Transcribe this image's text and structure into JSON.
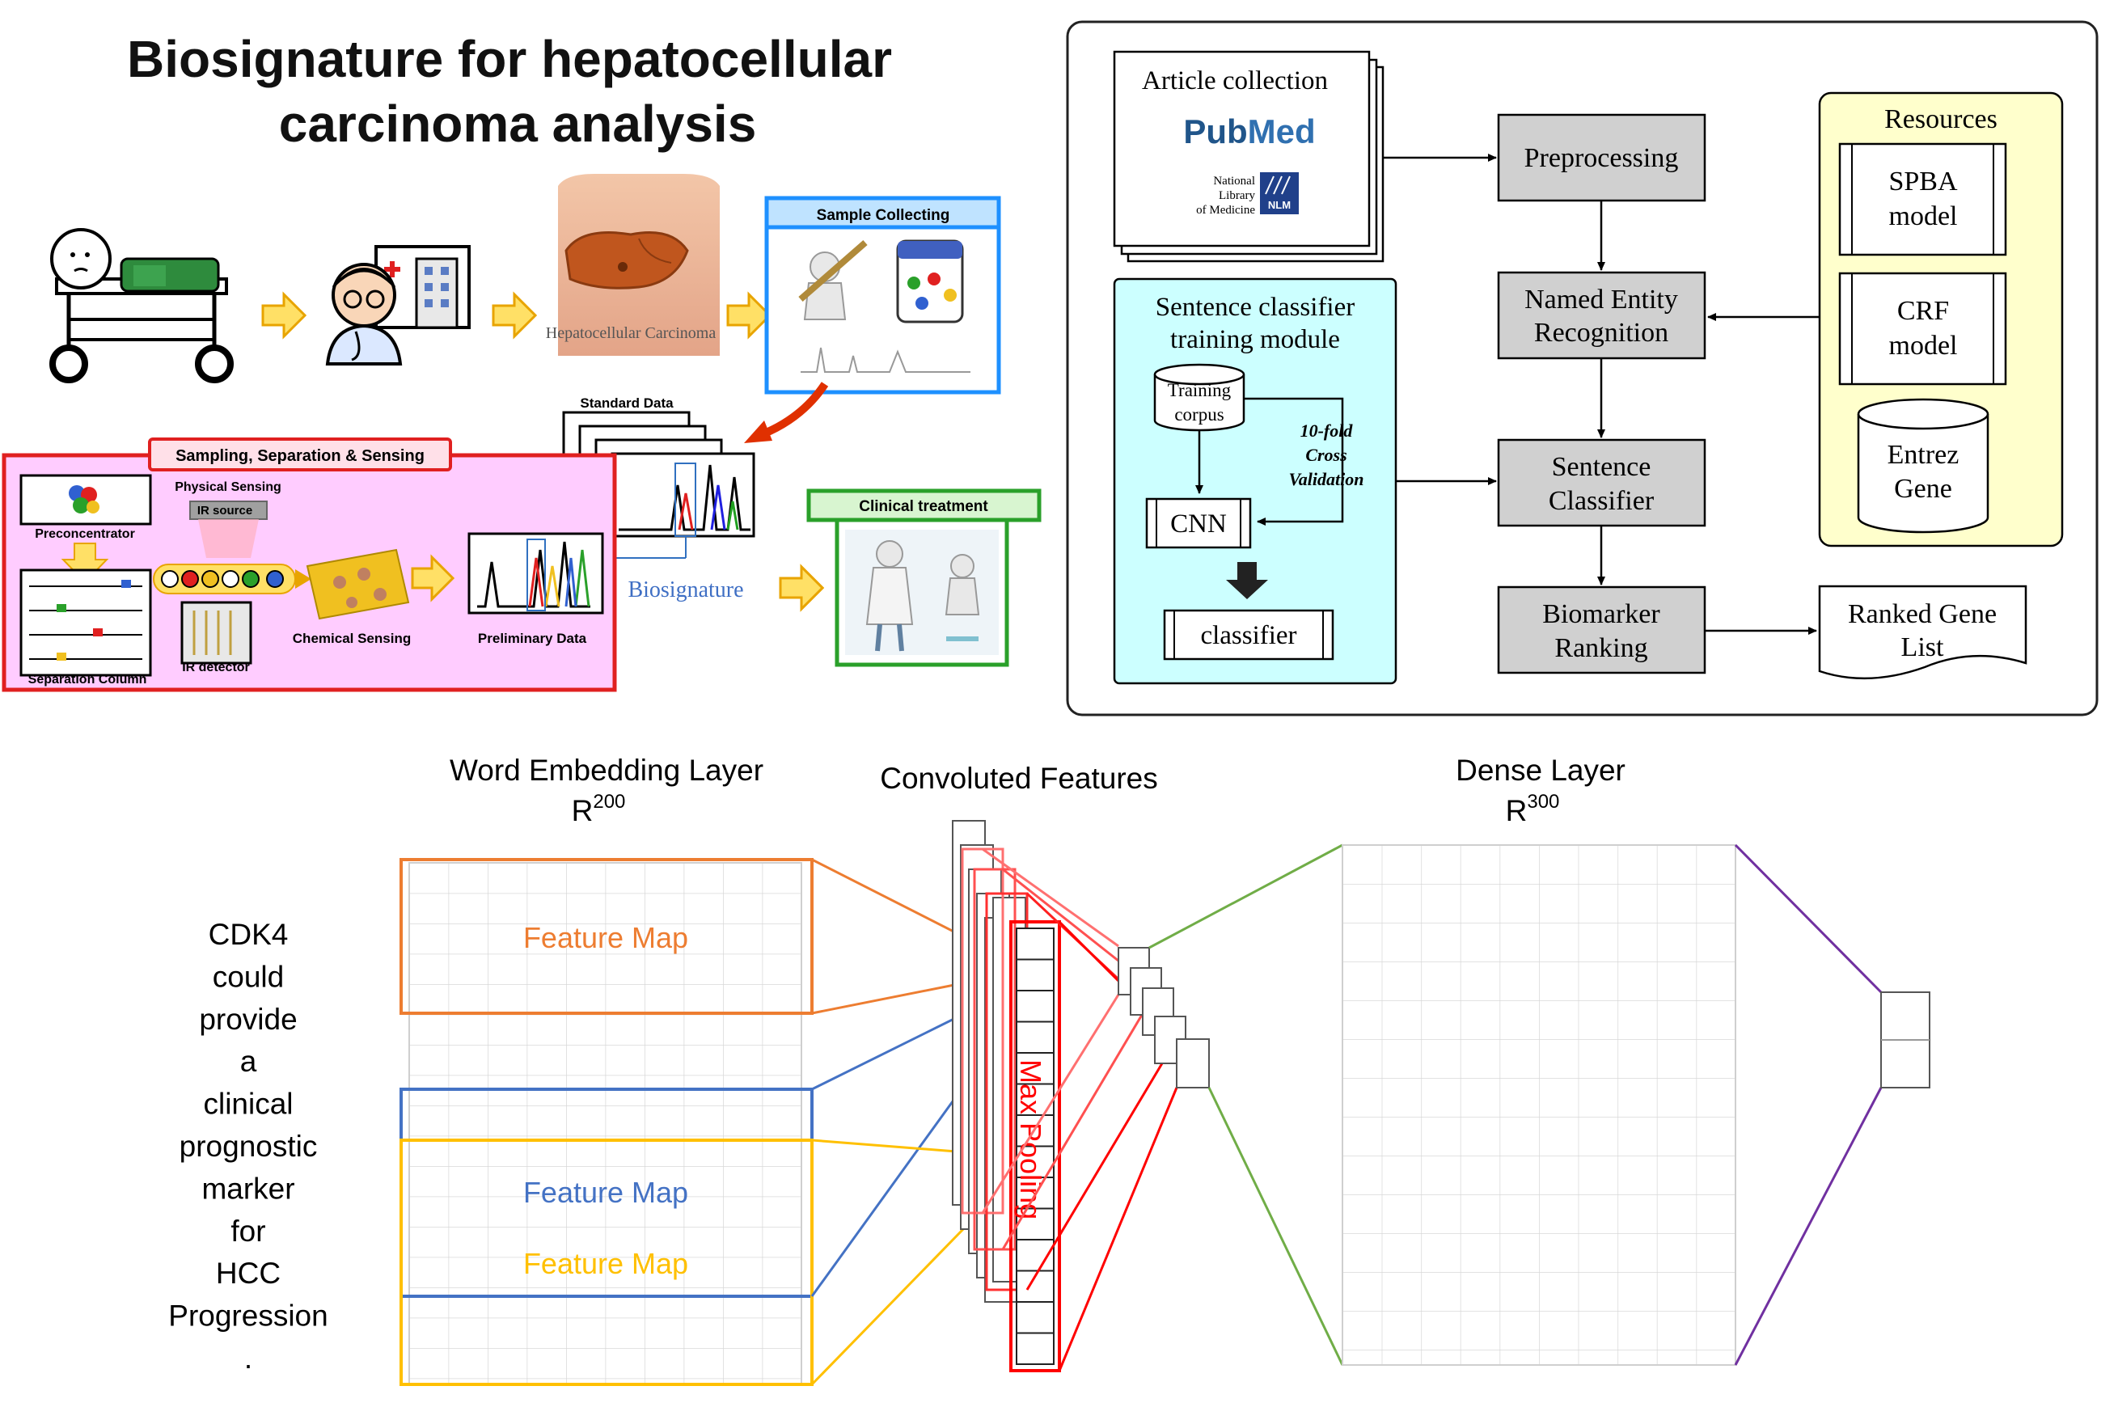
{
  "top_left": {
    "title_line1": "Biosignature for hepatocellular",
    "title_line2": "carcinoma analysis",
    "liver_label": "Hepatocellular Carcinoma",
    "sample_collecting": "Sample Collecting",
    "standard_data": "Standard Data",
    "sampling_title": "Sampling, Separation & Sensing",
    "physical_sensing": "Physical Sensing",
    "ir_source": "IR source",
    "preconcentrator": "Preconcentrator",
    "separation_column": "Separation Column",
    "ir_detector": "IR detector",
    "chemical_sensing": "Chemical Sensing",
    "preliminary_data": "Preliminary Data",
    "biosignature": "Biosignature",
    "clinical_treatment": "Clinical treatment"
  },
  "top_right": {
    "article_collection": "Article collection",
    "pubmed_pub": "Pub",
    "pubmed_med": "Med",
    "nlm_line1": "National",
    "nlm_line2": "Library",
    "nlm_line3": "of Medicine",
    "nlm_logo": "NLM",
    "preprocessing": "Preprocessing",
    "ner_line1": "Named Entity",
    "ner_line2": "Recognition",
    "sc_line1": "Sentence",
    "sc_line2": "Classifier",
    "br_line1": "Biomarker",
    "br_line2": "Ranking",
    "ranked_line1": "Ranked Gene",
    "ranked_line2": "List",
    "resources": "Resources",
    "spba_line1": "SPBA",
    "spba_line2": "model",
    "crf_line1": "CRF",
    "crf_line2": "model",
    "entrez_line1": "Entrez",
    "entrez_line2": "Gene",
    "module_line1": "Sentence classifier",
    "module_line2": "training module",
    "training_line1": "Training",
    "training_line2": "corpus",
    "cv_line1": "10-fold",
    "cv_line2": "Cross",
    "cv_line3": "Validation",
    "cnn": "CNN",
    "classifier": "classifier"
  },
  "bottom": {
    "word_embedding": "Word Embedding Layer",
    "r200_base": "R",
    "r200_exp": "200",
    "convoluted": "Convoluted Features",
    "dense": "Dense Layer",
    "r300_base": "R",
    "r300_exp": "300",
    "sentence_words": [
      "CDK4",
      "could",
      "provide",
      "a",
      "clinical",
      "prognostic",
      "marker",
      "for",
      "HCC",
      "Progression",
      "."
    ],
    "feature_map_orange": "Feature Map",
    "feature_map_blue": "Feature Map",
    "feature_map_yellow": "Feature Map",
    "max_pooling": "Max Pooling"
  },
  "colors": {
    "orange": "#ED7D31",
    "blue": "#4472C4",
    "yellow": "#FFC000",
    "red": "#FF0000",
    "green": "#70AD47",
    "purple": "#7030A0",
    "gray_box": "#D0D0D0",
    "cyan_panel": "#CCFFFF",
    "yellow_panel": "#FFFFCC",
    "pink_panel": "#FFCCFF",
    "sample_blue": "#1E90FF"
  }
}
